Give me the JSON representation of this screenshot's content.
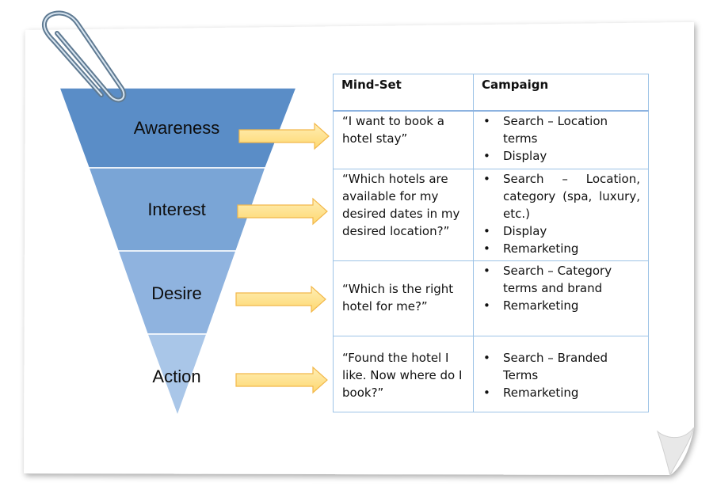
{
  "funnel": {
    "stages": [
      {
        "label": "Awareness",
        "color": "#5a8dc7"
      },
      {
        "label": "Interest",
        "color": "#7aa5d6"
      },
      {
        "label": "Desire",
        "color": "#8fb3df"
      },
      {
        "label": "Action",
        "color": "#a9c6e8"
      }
    ],
    "arrow_color": "#ffe08a"
  },
  "table": {
    "headers": {
      "mindset": "Mind-Set",
      "campaign": "Campaign"
    },
    "rows": [
      {
        "mindset": "“I want to book a hotel stay”",
        "campaign": [
          "Search – Location terms",
          "Display"
        ]
      },
      {
        "mindset": "“Which hotels are available for my desired dates in my desired location?”",
        "campaign": [
          "Search – Location, category (spa, luxury, etc.)",
          "Display",
          "Remarketing"
        ]
      },
      {
        "mindset": "“Which is the right hotel for me?”",
        "campaign": [
          "Search – Category terms and brand",
          "Remarketing"
        ]
      },
      {
        "mindset": "“Found the hotel I like. Now where do I book?”",
        "campaign": [
          "Search – Branded Terms",
          "Remarketing"
        ]
      }
    ]
  }
}
